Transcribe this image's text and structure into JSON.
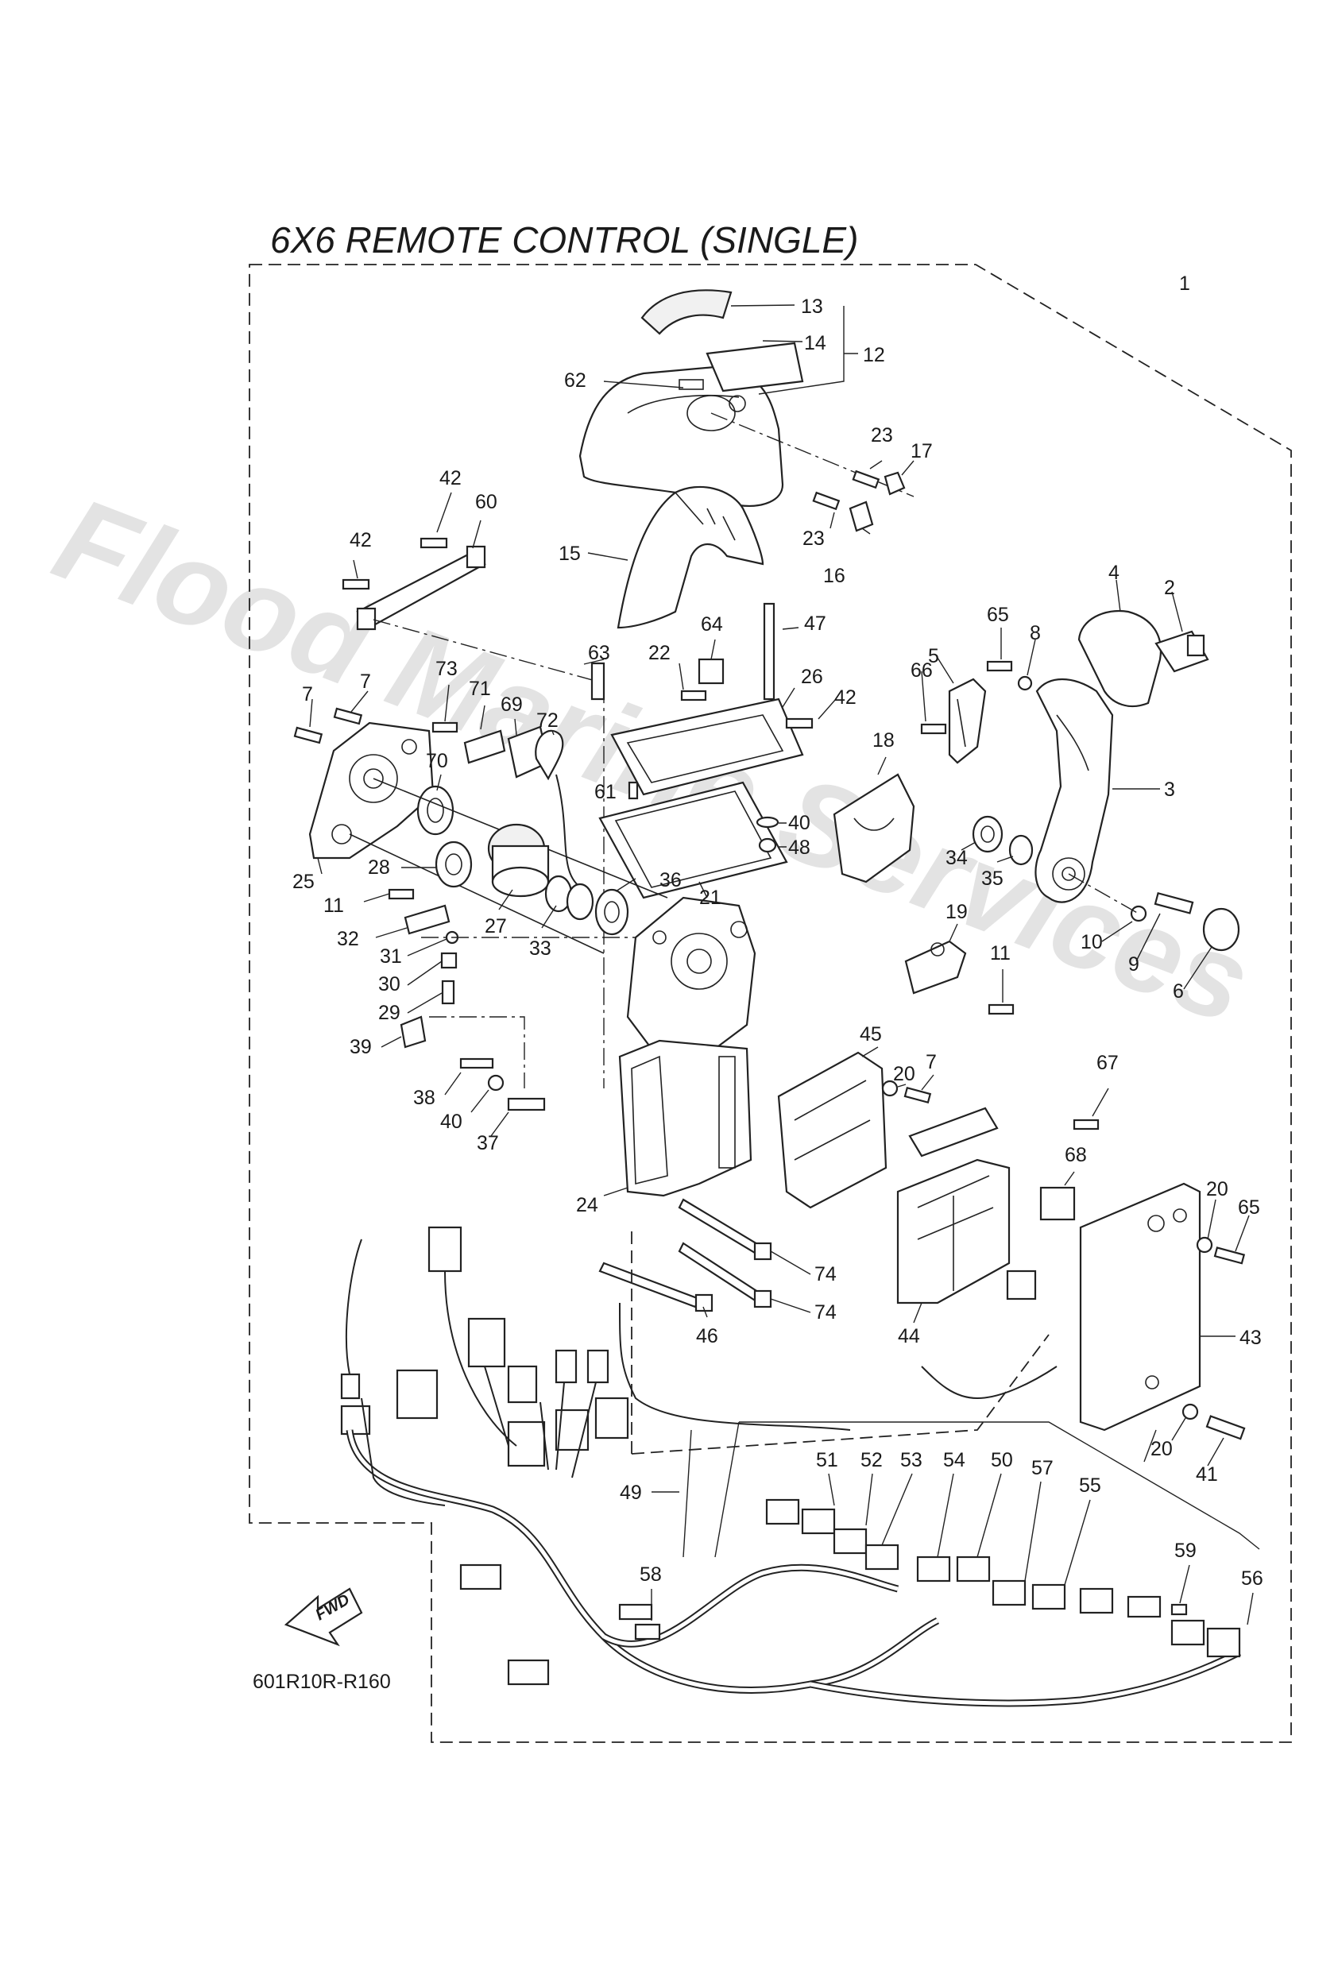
{
  "diagram": {
    "title": "6X6 REMOTE CONTROL (SINGLE)",
    "watermark": "Flood Marine Services",
    "figure_code": "601R10R-R160",
    "fwd_label": "FWD",
    "callouts": {
      "c1": "1",
      "c2": "2",
      "c3": "3",
      "c4": "4",
      "c5": "5",
      "c6": "6",
      "c7a": "7",
      "c7b": "7",
      "c7c": "7",
      "c8": "8",
      "c9": "9",
      "c10": "10",
      "c11a": "11",
      "c11b": "11",
      "c12": "12",
      "c13": "13",
      "c14": "14",
      "c15": "15",
      "c16": "16",
      "c17": "17",
      "c18": "18",
      "c19": "19",
      "c20a": "20",
      "c20b": "20",
      "c20c": "20",
      "c21": "21",
      "c22": "22",
      "c23a": "23",
      "c23b": "23",
      "c24": "24",
      "c25": "25",
      "c26": "26",
      "c27": "27",
      "c28": "28",
      "c29": "29",
      "c30": "30",
      "c31": "31",
      "c32": "32",
      "c33": "33",
      "c34": "34",
      "c35": "35",
      "c36": "36",
      "c37": "37",
      "c38": "38",
      "c39": "39",
      "c40a": "40",
      "c40b": "40",
      "c41": "41",
      "c42a": "42",
      "c42b": "42",
      "c42c": "42",
      "c43": "43",
      "c44": "44",
      "c45": "45",
      "c46": "46",
      "c47": "47",
      "c48": "48",
      "c49": "49",
      "c50": "50",
      "c51": "51",
      "c52": "52",
      "c53": "53",
      "c54": "54",
      "c55": "55",
      "c56": "56",
      "c57": "57",
      "c58": "58",
      "c59": "59",
      "c60": "60",
      "c61": "61",
      "c62": "62",
      "c63": "63",
      "c64": "64",
      "c65a": "65",
      "c65b": "65",
      "c66": "66",
      "c67": "67",
      "c68": "68",
      "c69": "69",
      "c70": "70",
      "c71": "71",
      "c72": "72",
      "c73": "73",
      "c74a": "74",
      "c74b": "74"
    }
  }
}
